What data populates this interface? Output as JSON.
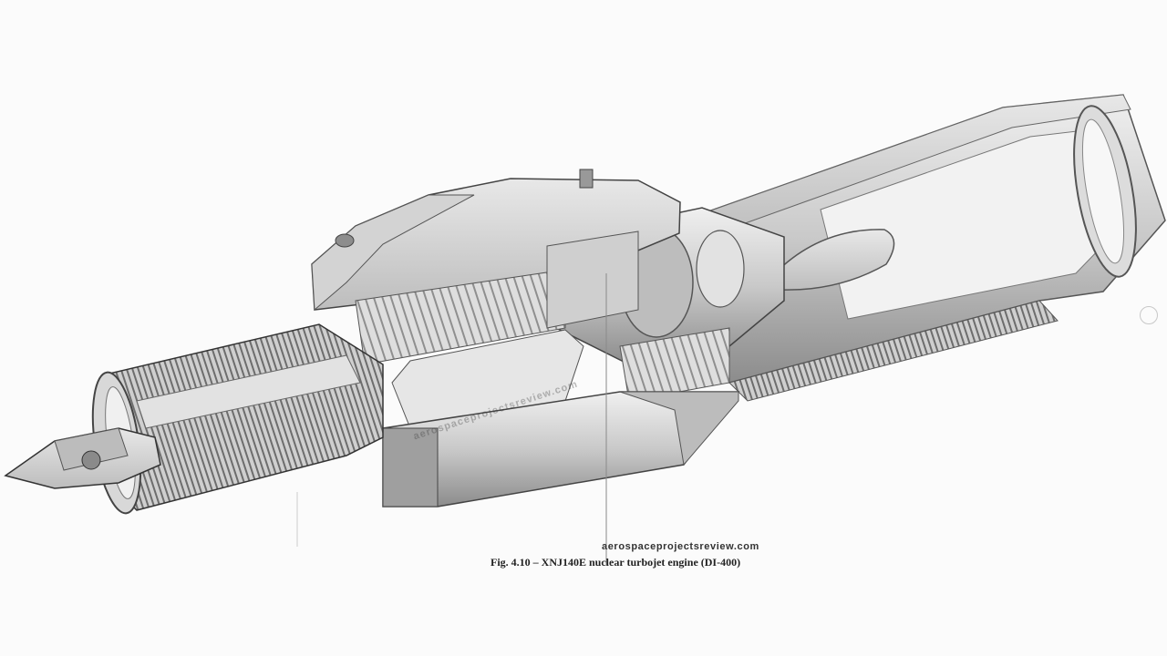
{
  "figure": {
    "site_url": "aerospaceprojectsreview.com",
    "caption": "Fig. 4.10 – XNJ140E nuclear turbojet engine (DI-400)",
    "watermark": "aerospaceprojectsreview.com"
  },
  "colors": {
    "background": "#fbfbfb",
    "engine_light": "#e4e4e4",
    "engine_mid": "#a8a8a8",
    "engine_dark": "#4a4a4a"
  }
}
